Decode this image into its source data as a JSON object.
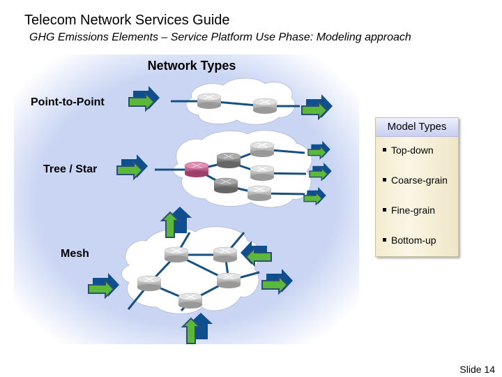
{
  "header": {
    "title": "Telecom Network Services Guide",
    "subtitle": "GHG Emissions Elements – Service Platform Use Phase: Modeling approach"
  },
  "network_panel": {
    "title": "Network Types",
    "types": [
      {
        "label": "Point-to-Point",
        "routers": 2
      },
      {
        "label": "Tree / Star",
        "routers": 6
      },
      {
        "label": "Mesh",
        "routers": 5
      }
    ]
  },
  "model_panel": {
    "title": "Model Types",
    "items": [
      "Top-down",
      "Coarse-grain",
      "Fine-grain",
      "Bottom-up"
    ]
  },
  "colors": {
    "arrow_blue": "#0f4f8f",
    "arrow_green": "#5cb83a",
    "link": "#164f80",
    "router_gray": "#b8b8b8",
    "router_dark": "#8a8a8a",
    "router_pink": "#c0608c"
  },
  "footer": {
    "slide": "Slide 14"
  }
}
